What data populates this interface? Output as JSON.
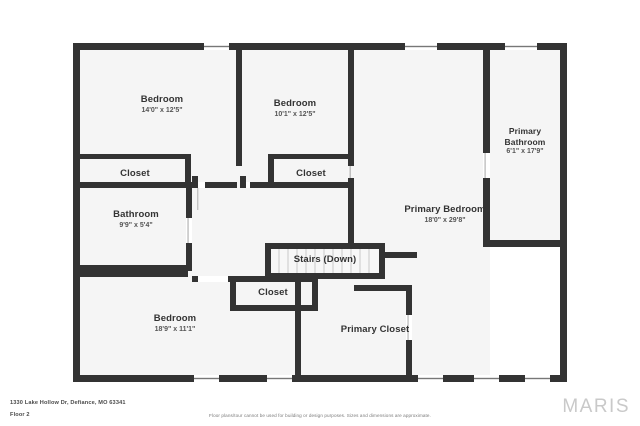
{
  "footer": {
    "address": "1330 Lake Hollow Dr, Defiance, MO 63341",
    "floor": "Floor 2",
    "disclaimer": "Floor plans/tour cannot be used for building or design purposes. Sizes and dimensions are approximate.",
    "brand": "MARIS"
  },
  "colors": {
    "wall": "#333333",
    "room_fill": "#f5f5f5",
    "window": "#ffffff",
    "text": "#333333",
    "brand": "#c9c9c9",
    "page_background": "#ffffff"
  },
  "plan": {
    "title": "Floor 2",
    "rooms": [
      {
        "id": "bedroom-1",
        "name": "Bedroom",
        "dims": "14'0\" x 12'5\""
      },
      {
        "id": "bedroom-2",
        "name": "Bedroom",
        "dims": "10'1\" x 12'5\""
      },
      {
        "id": "primary-bathroom",
        "name": "Primary Bathroom",
        "name_line1": "Primary",
        "name_line2": "Bathroom",
        "dims": "6'1\" x 17'9\""
      },
      {
        "id": "closet-1",
        "name": "Closet",
        "dims": ""
      },
      {
        "id": "closet-2",
        "name": "Closet",
        "dims": ""
      },
      {
        "id": "bathroom",
        "name": "Bathroom",
        "dims": "9'9\" x 5'4\""
      },
      {
        "id": "primary-bedroom",
        "name": "Primary Bedroom",
        "dims": "18'0\" x 29'8\""
      },
      {
        "id": "stairs",
        "name": "Stairs (Down)",
        "dims": ""
      },
      {
        "id": "closet-3",
        "name": "Closet",
        "dims": ""
      },
      {
        "id": "bedroom-3",
        "name": "Bedroom",
        "dims": "18'9\" x 11'1\""
      },
      {
        "id": "primary-closet",
        "name": "Primary Closet",
        "dims": ""
      }
    ]
  }
}
